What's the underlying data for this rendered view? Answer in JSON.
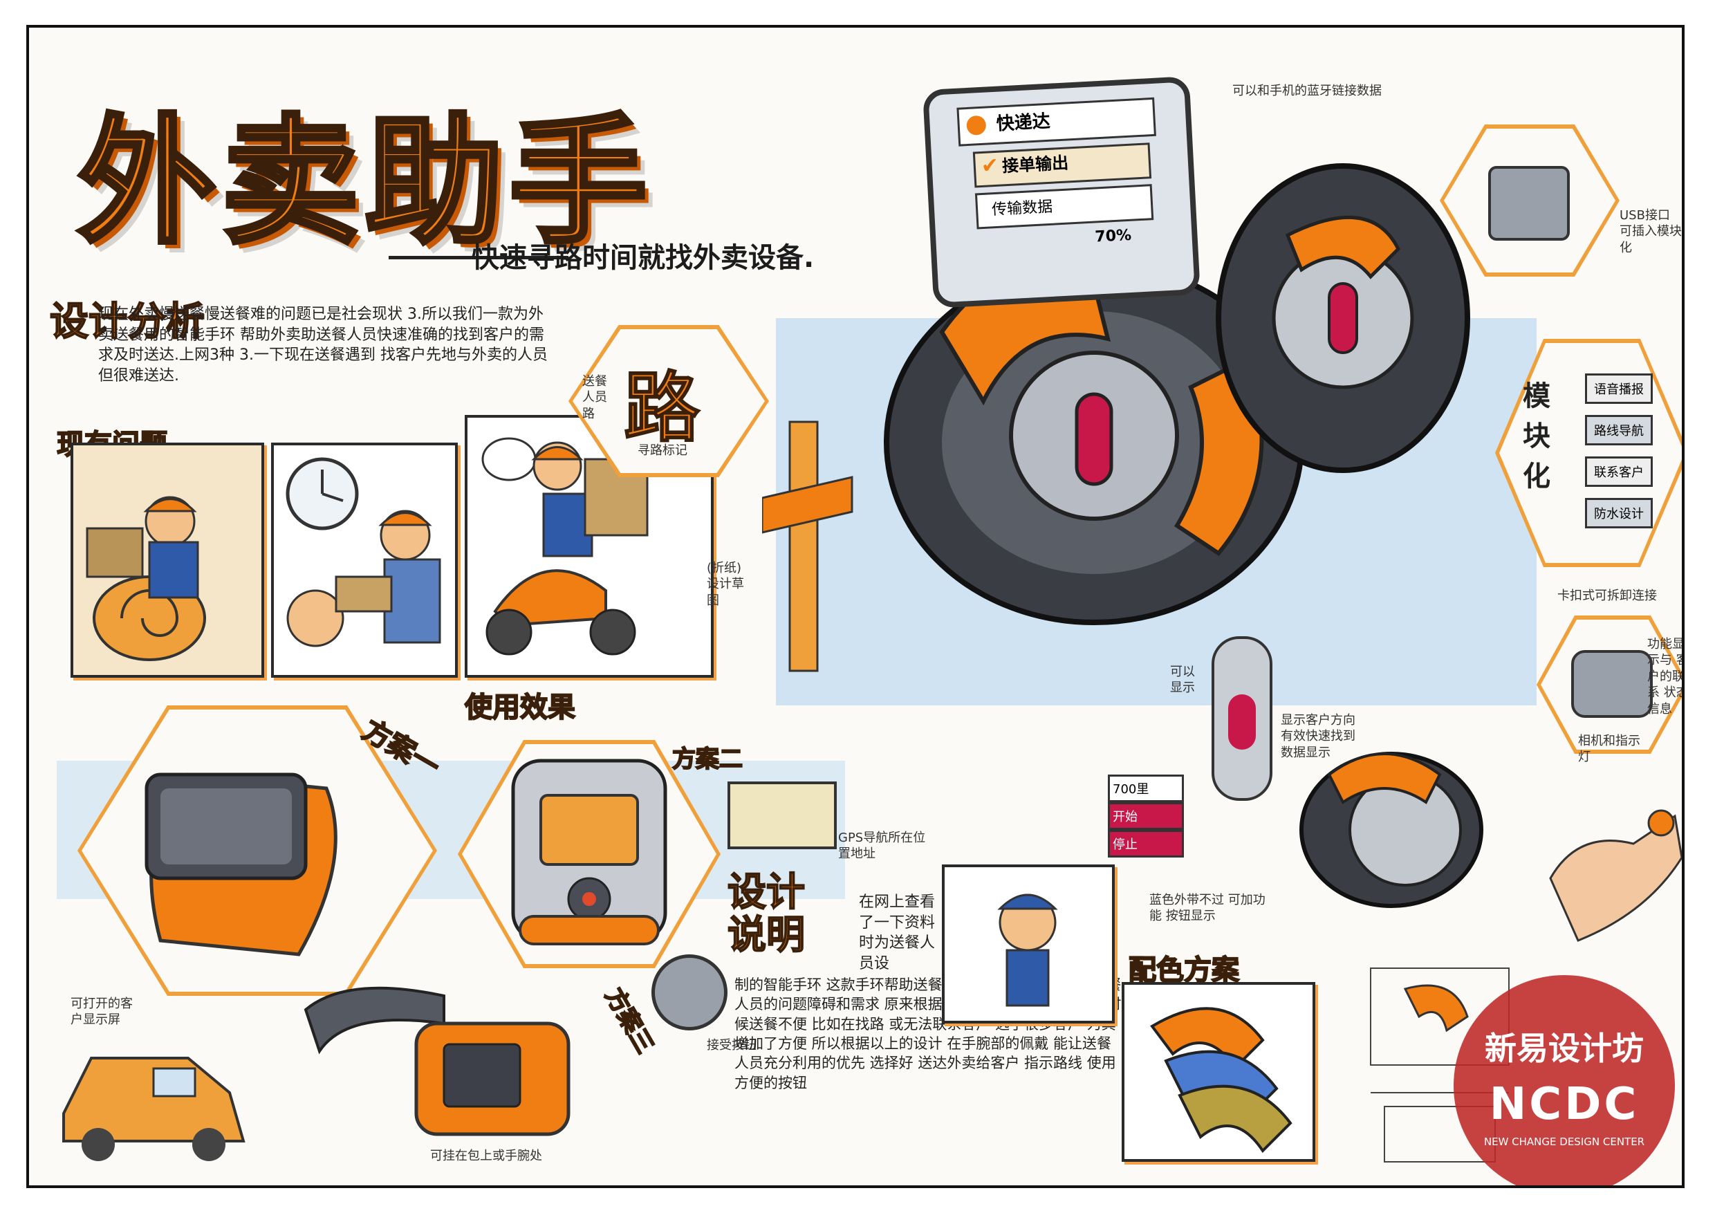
{
  "title": "外卖助手",
  "subtitle": "快速寻路时间就找外卖设备.",
  "analysis": {
    "heading": "设计分析",
    "body": "现在外卖慢送餐慢送餐难的问题已是社会现状 3.所以我们一款为外卖送餐用的智能手环 帮助外卖助送餐人员快速准确的找到客户的需求及时送达.上网3种 3.一下现在送餐遇到 找客户先地与外卖的人员但很难送达."
  },
  "problems": {
    "heading": "现有问题"
  },
  "route": {
    "char": "路",
    "side_label": "送餐人员路",
    "bottom_label": "寻路标记",
    "note": "(折纸) 设计草图"
  },
  "usage": {
    "heading": "使用效果"
  },
  "scheme1": {
    "label": "方案一",
    "caption": "可打开的客户显示屏"
  },
  "scheme2": {
    "label": "方案二",
    "caption": "GPS导航所在位置地址"
  },
  "scheme3": {
    "label": "方案三",
    "caption": "可挂在包上或手腕处",
    "knob": "接受按钮"
  },
  "design_desc": {
    "heading": "设计说明",
    "intro": "在网上查看了一下资料时为送餐人员设",
    "body": "制的智能手环 这款手环帮助送餐人员快速找到客户 针对送餐人员的问题障碍和需求 原来根据以下的路况 在无法通行的时候送餐不便 比如在找路 或无法联系客户 选了很多客户 为其增加了方便 所以根据以上的设计 在手腕部的佩戴 能让送餐人员充分利用的优先 选择好 送达外卖给客户 指示路线 使用方便的按钮"
  },
  "screen": {
    "app_name": "快递达",
    "menu_1": "接单输出",
    "menu_2": "传输数据",
    "progress": "70%"
  },
  "annotations": {
    "top_right": "可以和手机的蓝牙链接数据",
    "usb": "USB接口 可插入模块化",
    "module": "模块化",
    "module_items": [
      "语音播报",
      "路线导航",
      "联系客户",
      "防水设计"
    ],
    "strap": "卡扣式可拆卸连接",
    "light": "功能显示与 客户的联系 状态 信息",
    "indicator": "相机和指示灯",
    "vertical_left": "可以显示",
    "vertical_right": "显示客户方向 有效快速找到 数据显示",
    "strap_colors": "蓝色外带不过 可加功能 按钮显示",
    "status_labels": [
      "700里",
      "开始",
      "停止"
    ]
  },
  "color_scheme": {
    "heading": "配色方案"
  },
  "logo": {
    "brand": "新易设计坊",
    "mark": "NCDC",
    "tagline": "NEW CHANGE DESIGN CENTER"
  },
  "colors": {
    "accent": "#f07e12",
    "dark": "#2a2a2a",
    "blue": "#cfe3f3",
    "brand_red": "#be2828"
  }
}
